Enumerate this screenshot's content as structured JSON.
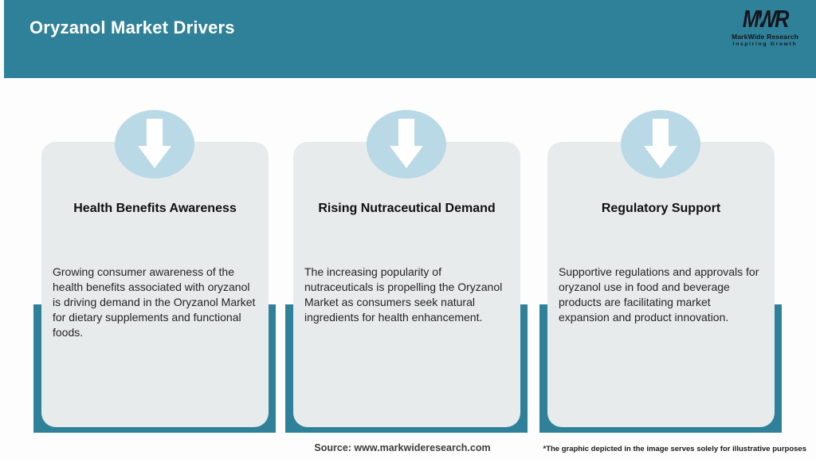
{
  "header": {
    "title": "Oryzanol Market Drivers",
    "logo": {
      "acronym": "MWR",
      "name": "MarkWide Research",
      "tagline": "Inspiring Growth"
    }
  },
  "cards": [
    {
      "title": "Health Benefits Awareness",
      "description": "Growing consumer awareness of the health benefits associated with oryzanol is driving demand in the Oryzanol Market for dietary supplements and functional foods.",
      "icon": "down-arrow"
    },
    {
      "title": "Rising Nutraceutical Demand",
      "description": "The increasing popularity of nutraceuticals is propelling the Oryzanol Market as consumers seek natural ingredients for health enhancement.",
      "icon": "down-arrow"
    },
    {
      "title": "Regulatory Support",
      "description": "Supportive regulations and approvals for oryzanol use in food and beverage products are facilitating market expansion and product innovation.",
      "icon": "down-arrow"
    }
  ],
  "footer": {
    "source": "Source: www.markwideresearch.com",
    "disclaimer": "*The graphic depicted in the image serves solely for illustrative purposes"
  },
  "colors": {
    "teal": "#2F8199",
    "card_bg": "#E8EBEB",
    "circle_blue": "#B8D9E5",
    "arrow": "#FFFFFF",
    "logo_dark": "#15151D"
  }
}
